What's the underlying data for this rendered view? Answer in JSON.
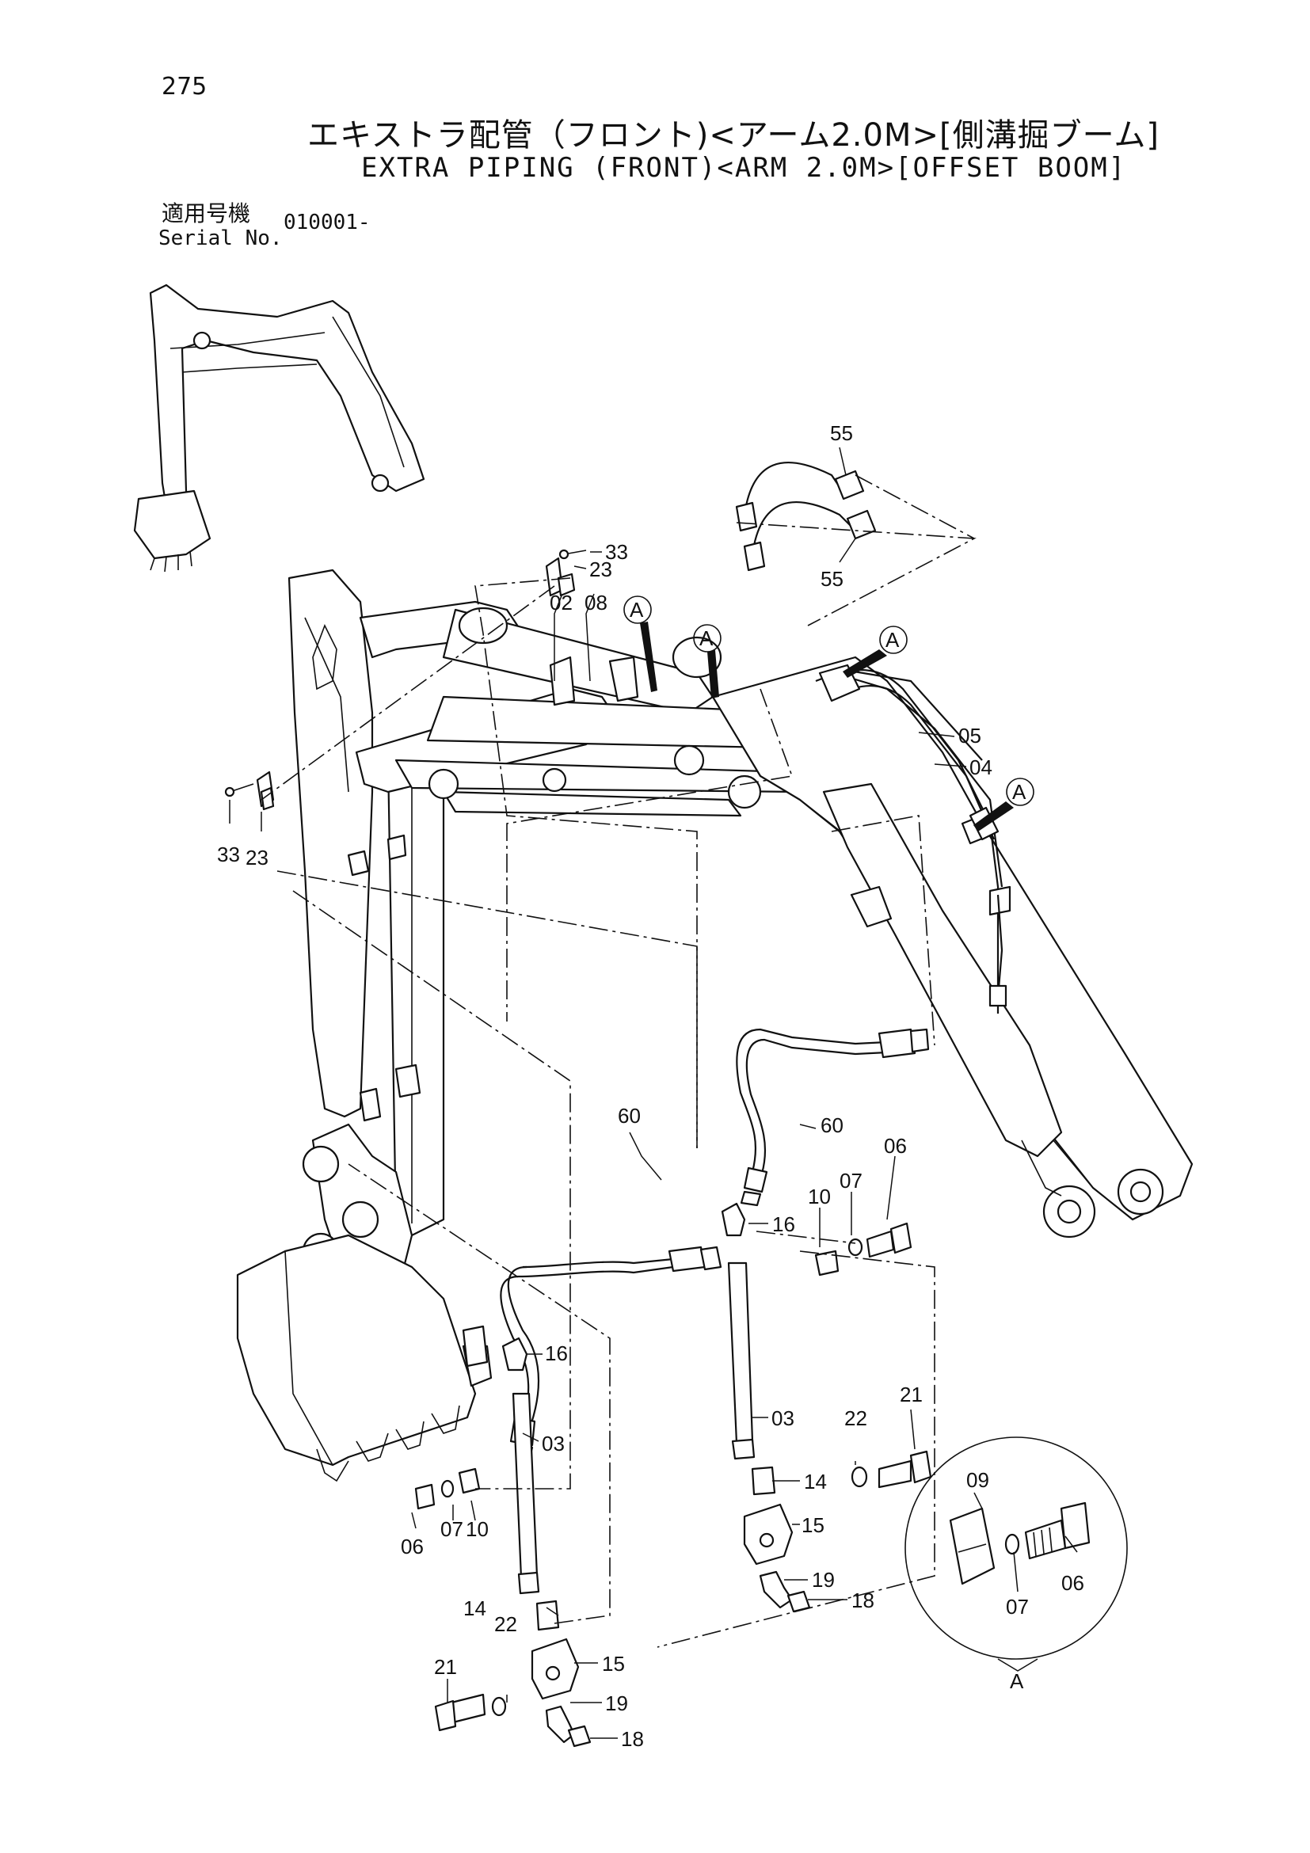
{
  "header": {
    "page_number": "275",
    "title_jp": "エキストラ配管（フロント)<アーム2.0M>[側溝掘ブーム]",
    "title_en": "EXTRA PIPING (FRONT)<ARM 2.0M>[OFFSET BOOM]",
    "serial_label_jp": "適用号機",
    "serial_label_en": "Serial No.",
    "serial_value": "010001-"
  },
  "labels": {
    "p55a": "55",
    "p55b": "55",
    "p33a": "33",
    "p23a": "23",
    "p02": "02",
    "p08": "08",
    "p33b": "33",
    "p23b": "23",
    "p05": "05",
    "p04": "04",
    "p60a": "60",
    "p60b": "60",
    "p06a": "06",
    "p07a": "07",
    "p10a": "10",
    "p16a": "16",
    "p16b": "16",
    "p03a": "03",
    "p06b": "06",
    "p07b": "07",
    "p10b": "10",
    "p03b": "03",
    "p21a": "21",
    "p22a": "22",
    "p14a": "14",
    "p15a": "15",
    "p19a": "19",
    "p18a": "18",
    "p14b": "14",
    "p22b": "22",
    "p21b": "21",
    "p15b": "15",
    "p19b": "19",
    "p18b": "18",
    "p09": "09",
    "p06c": "06",
    "p07c": "07",
    "detail": "A",
    "flagA1": "A",
    "flagA2": "A",
    "flagA3": "A",
    "flagA4": "A"
  }
}
